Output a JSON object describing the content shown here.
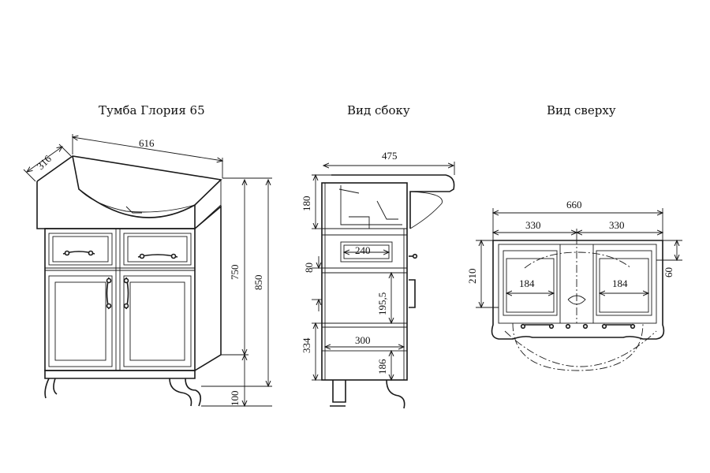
{
  "views": {
    "front_title": "Тумба Глория 65",
    "side_title": "Вид сбоку",
    "top_title": "Вид сверху"
  },
  "front_dims": {
    "width": "616",
    "depth": "316",
    "height_body": "750",
    "height_total": "850",
    "legs": "100"
  },
  "side_dims": {
    "depth": "475",
    "basin": "180",
    "drawer_gap": "80",
    "drawer_inner": "240",
    "shelf_gap": "195,5",
    "lower": "334",
    "shelf": "300",
    "bottom": "186"
  },
  "top_dims": {
    "total": "660",
    "left": "330",
    "right": "330",
    "depth": "210",
    "offset": "60",
    "inner_left": "184",
    "inner_right": "184"
  }
}
